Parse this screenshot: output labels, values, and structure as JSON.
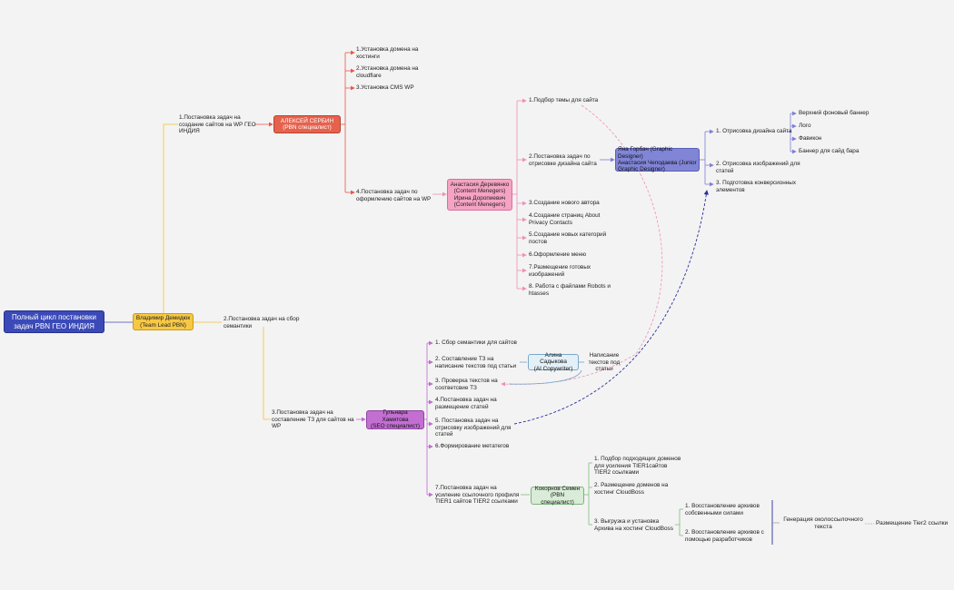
{
  "root": "Полный цикл постановки задач PBN ГЕО ИНДИЯ",
  "lead": "Владимир Демидюк\n(Team Lead PBN)",
  "branches": {
    "b1": "1.Постановка задач на создание сайтов на WP ГЕО ИНДИЯ",
    "b2": "2.Постановка задач на сбор семантики",
    "b3": "3.Постановка задач на составление ТЗ для сайтов на WP"
  },
  "serbin": {
    "name": "АЛЕКСЕЙ СЕРБИН\n(PBN специалист)",
    "tasks": [
      "1.Установка домена на хостинги",
      "2.Установка домена на cloudflare",
      "3.Установка CMS WP",
      "4.Постановка задач по оформлению сайтов на WP"
    ]
  },
  "content": {
    "name": "Анастасия Деревянко\n(Content Menegers)\nИрина Доропиевич\n(Content Menegers)",
    "tasks": [
      "1.Подбор темы для сайта",
      "2.Постановка задач по отрисовке дизайна сайта",
      "3.Создание нового автора",
      "4.Создание страниц About Privacy Contacts",
      "5.Создание новых категорий постов",
      "6.Оформление меню",
      "7.Размещение готовых изображений",
      "8. Работа с файлами Robots и htasses"
    ]
  },
  "designer": {
    "name": "Яна Горбач  (Graphic Designer)\nАнастасия Чеподаева (Junior\nGraphic Designer)",
    "tasks": [
      "1. Отрисовка дизайна сайта",
      "2. Отрисовка изображений для статей",
      "3. Подготовка конверсионных элементов"
    ],
    "design_items": [
      "Верхний фоновый баннер",
      "Лого",
      "Фавикон",
      "Баннер для сайд бара"
    ]
  },
  "semantics": {
    "tasks": [
      "1. Сбор семантики для сайтов",
      "2. Составление ТЗ на написание текстов под статьи",
      "3. Проверка текстов на соответсвие ТЗ",
      "4.Постановка задач на размещение статей",
      "5. Постановка задач на отрисовку изображений для статей",
      "6.Формирование метатегов",
      "7.Постановка задач на усиление ссылочного профиля TIER1 сайтов TIER2 ссылками"
    ]
  },
  "copywriter": {
    "name": "Алина Садыкова\n(AI Copywriter)",
    "task": "Написание текстов под статьи"
  },
  "seo": {
    "name": "Гульнара Хамитова\n(SEO специалист)"
  },
  "kokorn": {
    "name": "Кокорнов Семен\n(PBN специалист)",
    "tasks": [
      "1. Подбор подходящих доменов для усиления TIER1сайтов TIER2 ссылками",
      "2. Размещение доменов на хостинг CloudBoss",
      "3. Выгрузка и установка Архива на хостинг CloudBoss"
    ],
    "restore": [
      "1. Восстановление архивов собсвенными силами",
      "2. Восстановление архивов с помощью разработчиков"
    ],
    "generation": "Генерация околоссылочного текста",
    "placement": "Размещение Tier2 ссылки"
  },
  "colors": {
    "yellow": "#f1c232",
    "red": "#e8574a",
    "pink": "#f28fb5",
    "purple": "#7e7ed8",
    "magenta": "#c06ad0",
    "green": "#7cc07a",
    "navy": "#2a2f9a",
    "blue": "#6fa3c8"
  }
}
